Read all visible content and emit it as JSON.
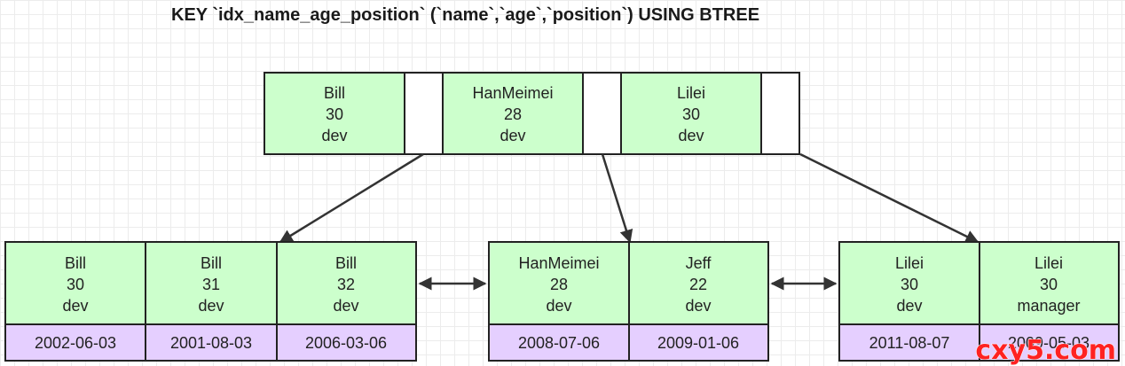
{
  "title": "KEY `idx_name_age_position` (`name`,`age`,`position`) USING BTREE",
  "root_keys": [
    {
      "name": "Bill",
      "age": "30",
      "position": "dev"
    },
    {
      "name": "HanMeimei",
      "age": "28",
      "position": "dev"
    },
    {
      "name": "Lilei",
      "age": "30",
      "position": "dev"
    }
  ],
  "leaves": [
    {
      "cells": [
        {
          "name": "Bill",
          "age": "30",
          "position": "dev",
          "date": "2002-06-03"
        },
        {
          "name": "Bill",
          "age": "31",
          "position": "dev",
          "date": "2001-08-03"
        },
        {
          "name": "Bill",
          "age": "32",
          "position": "dev",
          "date": "2006-03-06"
        }
      ]
    },
    {
      "cells": [
        {
          "name": "HanMeimei",
          "age": "28",
          "position": "dev",
          "date": "2008-07-06"
        },
        {
          "name": "Jeff",
          "age": "22",
          "position": "dev",
          "date": "2009-01-06"
        }
      ]
    },
    {
      "cells": [
        {
          "name": "Lilei",
          "age": "30",
          "position": "dev",
          "date": "2011-08-07"
        },
        {
          "name": "Lilei",
          "age": "30",
          "position": "manager",
          "date": "2009-05-03"
        }
      ]
    }
  ],
  "watermark": "cxy5.com",
  "colors": {
    "key_cell": "#ccffcc",
    "date_cell": "#e5cfff",
    "pointer_cell": "#ffffff"
  }
}
